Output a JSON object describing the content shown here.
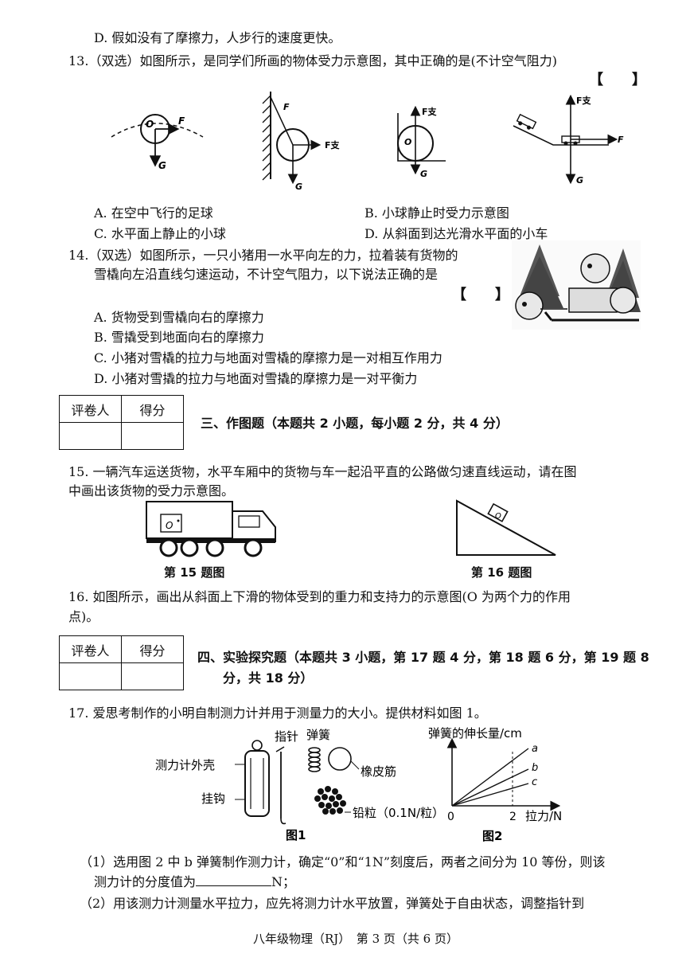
{
  "q12": {
    "option_d": "D. 假如没有了摩擦力，人步行的速度更快。"
  },
  "q13": {
    "stem": "13.（双选）如图所示，是同学们所画的物体受力示意图，其中正确的是(不计空气阻力)",
    "bracket": "【　　】",
    "fig_labels": {
      "a_o": "O",
      "a_f": "F",
      "a_g": "G",
      "b_f": "F",
      "b_fzhi": "F支",
      "b_g": "G",
      "c_fzhi": "F支",
      "c_o": "O",
      "c_g": "G",
      "d_fzhi": "F支",
      "d_f": "F",
      "d_g": "G"
    },
    "options": {
      "a": "A. 在空中飞行的足球",
      "b": "B. 小球静止时受力示意图",
      "c": "C. 水平面上静止的小球",
      "d": "D. 从斜面到达光滑水平面的小车"
    }
  },
  "q14": {
    "stem1": "14.（双选）如图所示，一只小猪用一水平向左的力，拉着装有货物的",
    "stem2": "雪橇向左沿直线匀速运动，不计空气阻力，以下说法正确的是",
    "bracket": "【　　】",
    "options": {
      "a": "A. 货物受到雪橇向右的摩擦力",
      "b": "B. 雪撬受到地面向右的摩擦力",
      "c": "C. 小猪对雪橇的拉力与地面对雪橇的摩擦力是一对相互作用力",
      "d": "D. 小猪对雪撬的拉力与地面对雪撬的摩擦力是一对平衡力"
    }
  },
  "grade_box": {
    "reviewer": "评卷人",
    "score": "得分"
  },
  "section3": {
    "title": "三、作图题（本题共 2 小题，每小题 2 分，共 4 分）"
  },
  "q15": {
    "line1": "15. 一辆汽车运送货物，水平车厢中的货物与车一起沿平直的公路做匀速直线运动，请在图",
    "line2": "中画出该货物的受力示意图。",
    "fig_o": "O",
    "caption": "第 15 题图"
  },
  "q16": {
    "line1": "16. 如图所示，画出从斜面上下滑的物体受到的重力和支持力的示意图(O 为两个力的作用",
    "line2": "点)。",
    "fig_o": "O",
    "caption": "第 16 题图"
  },
  "section4": {
    "title1": "四、实验探究题（本题共 3 小题，第 17 题 4 分，第 18 题 6 分，第 19 题 8",
    "title2": "分，共 18 分）"
  },
  "q17": {
    "stem": "17. 爱思考制作的小明自制测力计并用于测量力的大小。提供材料如图 1。",
    "fig1": {
      "pointer": "指针",
      "spring": "弹簧",
      "shell": "测力计外壳",
      "rubber": "橡皮筋",
      "hook": "挂钩",
      "lead": "铅粒（0.1N/粒）",
      "caption": "图1"
    },
    "fig2": {
      "ylabel": "弹簧的伸长量/cm",
      "xlabel": "拉力/N",
      "origin": "0",
      "tick2": "2",
      "line_a": "a",
      "line_b": "b",
      "line_c": "c",
      "caption": "图2"
    },
    "sub1_a": "（1）选用图 2 中 b 弹簧制作测力计，确定“0”和“1N”刻度后，两者之间分为 10 等份，则该",
    "sub1_b": "测力计的分度值为",
    "sub1_unit": "N；",
    "sub2": "（2）用该测力计测量水平拉力，应先将测力计水平放置，弹簧处于自由状态，调整指针到"
  },
  "footer": {
    "text": "八年级物理（RJ）　第 3 页（共 6 页）"
  }
}
